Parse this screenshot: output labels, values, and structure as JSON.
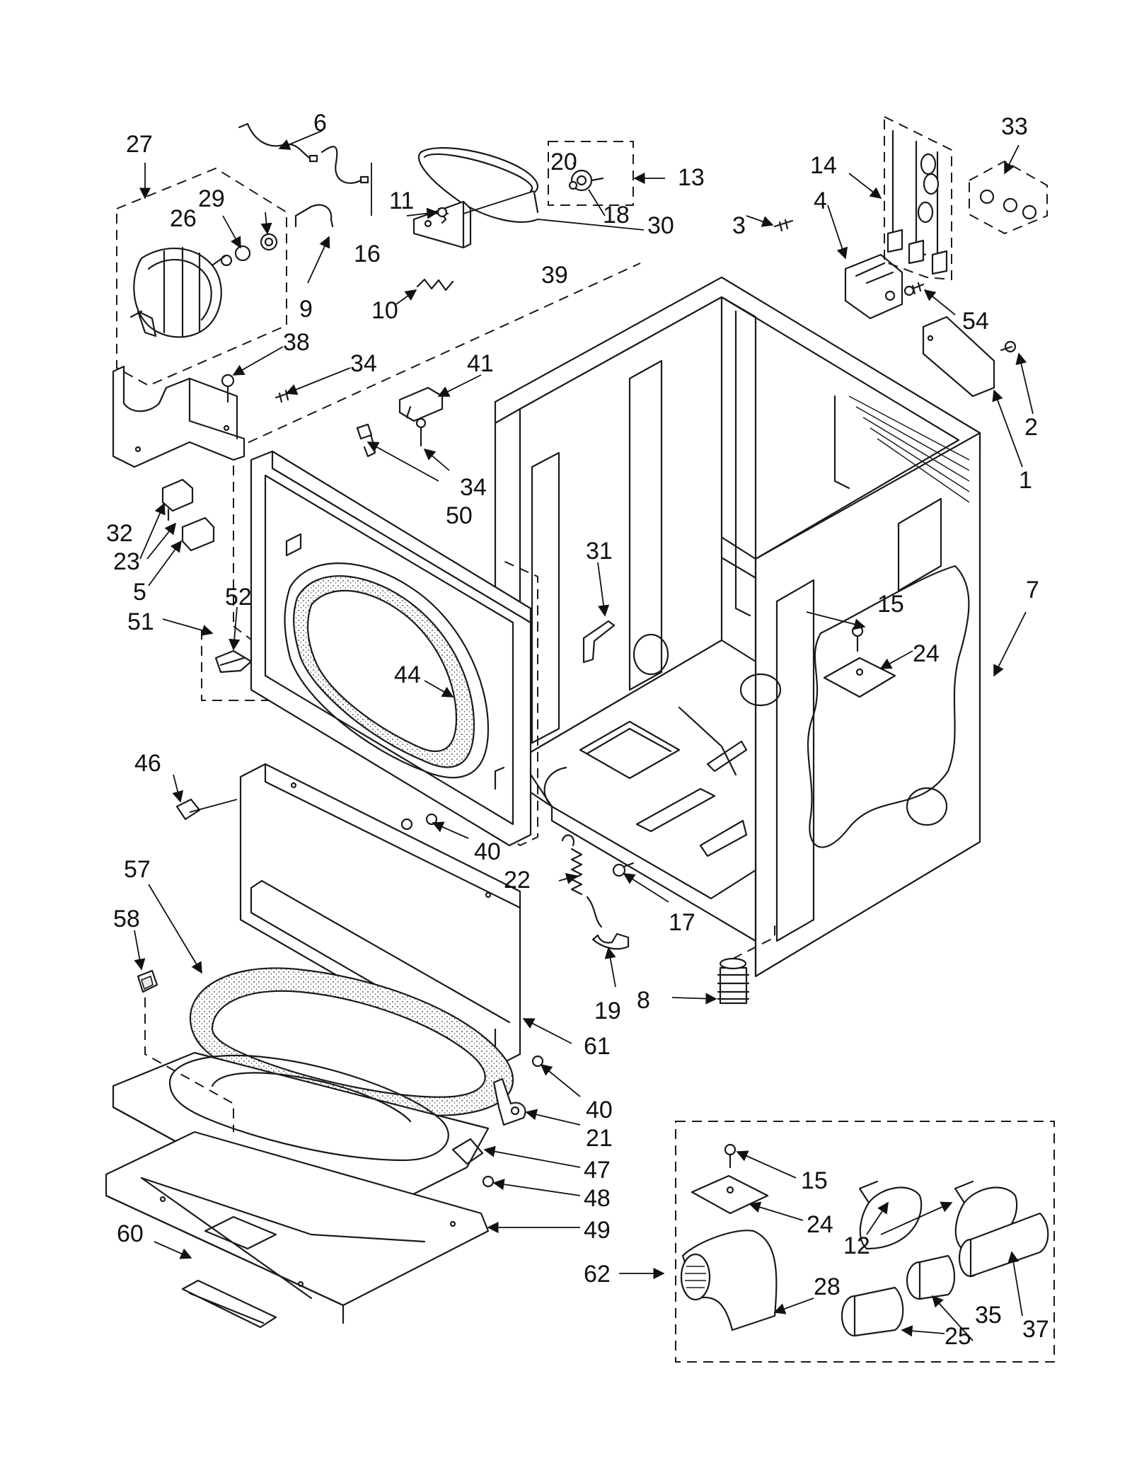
{
  "part_labels": [
    {
      "id": "l1",
      "text": "1"
    },
    {
      "id": "l2",
      "text": "2"
    },
    {
      "id": "l3",
      "text": "3"
    },
    {
      "id": "l4",
      "text": "4"
    },
    {
      "id": "l5",
      "text": "5"
    },
    {
      "id": "l6",
      "text": "6"
    },
    {
      "id": "l7",
      "text": "7"
    },
    {
      "id": "l8",
      "text": "8"
    },
    {
      "id": "l9",
      "text": "9"
    },
    {
      "id": "l10",
      "text": "10"
    },
    {
      "id": "l11",
      "text": "11"
    },
    {
      "id": "l12",
      "text": "12"
    },
    {
      "id": "l13",
      "text": "13"
    },
    {
      "id": "l14",
      "text": "14"
    },
    {
      "id": "l15a",
      "text": "15"
    },
    {
      "id": "l15b",
      "text": "15"
    },
    {
      "id": "l16",
      "text": "16"
    },
    {
      "id": "l17",
      "text": "17"
    },
    {
      "id": "l18",
      "text": "18"
    },
    {
      "id": "l19",
      "text": "19"
    },
    {
      "id": "l20",
      "text": "20"
    },
    {
      "id": "l21",
      "text": "21"
    },
    {
      "id": "l22",
      "text": "22"
    },
    {
      "id": "l23",
      "text": "23"
    },
    {
      "id": "l24a",
      "text": "24"
    },
    {
      "id": "l24b",
      "text": "24"
    },
    {
      "id": "l25",
      "text": "25"
    },
    {
      "id": "l26",
      "text": "26"
    },
    {
      "id": "l27",
      "text": "27"
    },
    {
      "id": "l28",
      "text": "28"
    },
    {
      "id": "l29",
      "text": "29"
    },
    {
      "id": "l30",
      "text": "30"
    },
    {
      "id": "l31",
      "text": "31"
    },
    {
      "id": "l32",
      "text": "32"
    },
    {
      "id": "l33",
      "text": "33"
    },
    {
      "id": "l34a",
      "text": "34"
    },
    {
      "id": "l34b",
      "text": "34"
    },
    {
      "id": "l35",
      "text": "35"
    },
    {
      "id": "l37",
      "text": "37"
    },
    {
      "id": "l38",
      "text": "38"
    },
    {
      "id": "l39",
      "text": "39"
    },
    {
      "id": "l40a",
      "text": "40"
    },
    {
      "id": "l40b",
      "text": "40"
    },
    {
      "id": "l41",
      "text": "41"
    },
    {
      "id": "l44",
      "text": "44"
    },
    {
      "id": "l46",
      "text": "46"
    },
    {
      "id": "l47",
      "text": "47"
    },
    {
      "id": "l48",
      "text": "48"
    },
    {
      "id": "l49",
      "text": "49"
    },
    {
      "id": "l50",
      "text": "50"
    },
    {
      "id": "l51",
      "text": "51"
    },
    {
      "id": "l52",
      "text": "52"
    },
    {
      "id": "l54",
      "text": "54"
    },
    {
      "id": "l57",
      "text": "57"
    },
    {
      "id": "l58",
      "text": "58"
    },
    {
      "id": "l60",
      "text": "60"
    },
    {
      "id": "l61",
      "text": "61"
    },
    {
      "id": "l62",
      "text": "62"
    }
  ]
}
